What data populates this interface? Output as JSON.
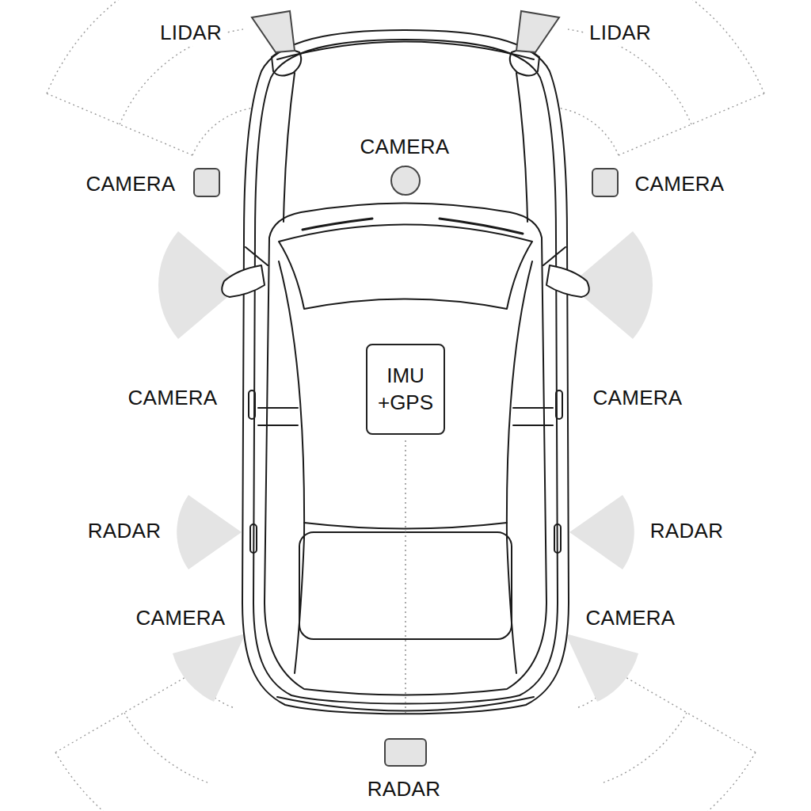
{
  "diagram": {
    "nodes": [
      {
        "text": [
          "IMU +GPS"
        ]
      }
    ],
    "labels": [
      "LIDAR",
      "LIDAR",
      "CAMERA",
      "CAMERA",
      "CAMERA",
      "CAMERA",
      "CAMERA",
      "RADAR",
      "RADAR",
      "CAMERA",
      "CAMERA",
      "RADAR"
    ]
  }
}
